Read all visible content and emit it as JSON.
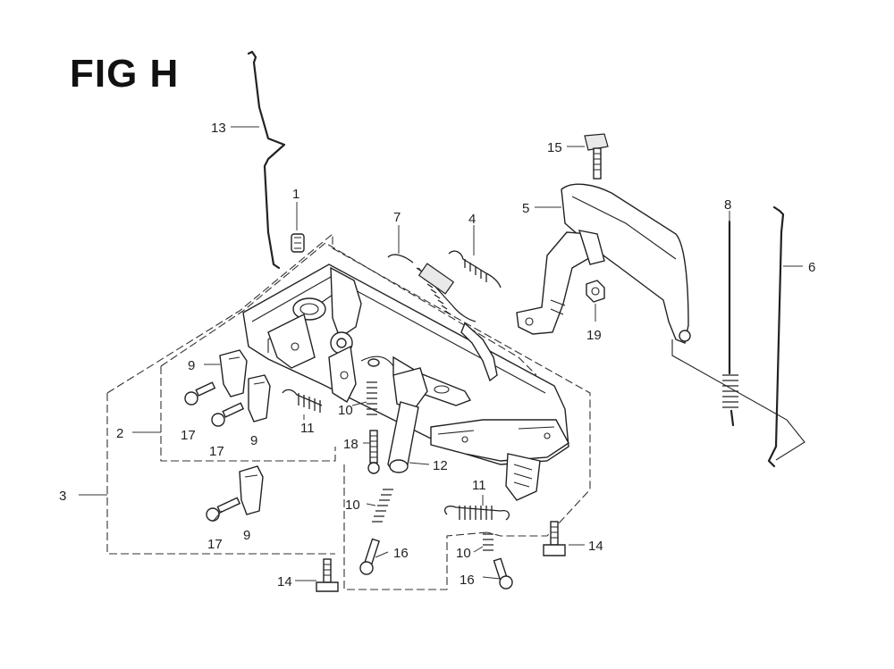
{
  "figure": {
    "title": "FIG H"
  },
  "callouts": [
    {
      "id": "c13",
      "label": "13"
    },
    {
      "id": "c1",
      "label": "1"
    },
    {
      "id": "c7",
      "label": "7"
    },
    {
      "id": "c4",
      "label": "4"
    },
    {
      "id": "c15",
      "label": "15"
    },
    {
      "id": "c5",
      "label": "5"
    },
    {
      "id": "c8",
      "label": "8"
    },
    {
      "id": "c6",
      "label": "6"
    },
    {
      "id": "c19",
      "label": "19"
    },
    {
      "id": "c9a",
      "label": "9"
    },
    {
      "id": "c17a",
      "label": "17"
    },
    {
      "id": "c17b",
      "label": "17"
    },
    {
      "id": "c9b",
      "label": "9"
    },
    {
      "id": "c2",
      "label": "2"
    },
    {
      "id": "c10a",
      "label": "10"
    },
    {
      "id": "c11a",
      "label": "11"
    },
    {
      "id": "c18",
      "label": "18"
    },
    {
      "id": "c12",
      "label": "12"
    },
    {
      "id": "c11b",
      "label": "11"
    },
    {
      "id": "c3",
      "label": "3"
    },
    {
      "id": "c10b",
      "label": "10"
    },
    {
      "id": "c17c",
      "label": "17"
    },
    {
      "id": "c9c",
      "label": "9"
    },
    {
      "id": "c16a",
      "label": "16"
    },
    {
      "id": "c14a",
      "label": "14"
    },
    {
      "id": "c14b",
      "label": "14"
    },
    {
      "id": "c10c",
      "label": "10"
    },
    {
      "id": "c16b",
      "label": "16"
    }
  ]
}
